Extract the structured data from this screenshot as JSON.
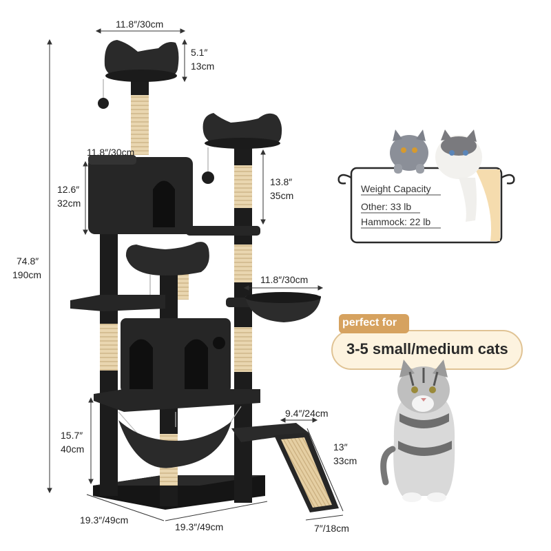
{
  "dimensions": {
    "top_width": "11.8″/30cm",
    "top_height_in": "5.1″",
    "top_height_cm": "13cm",
    "condo_width": "11.8″/30cm",
    "condo_height_in": "12.6″",
    "condo_height_cm": "32cm",
    "post_height_in": "13.8″",
    "post_height_cm": "35cm",
    "total_height_in": "74.8″",
    "total_height_cm": "190cm",
    "basket_width": "11.8″/30cm",
    "hammock_height_in": "15.7″",
    "hammock_height_cm": "40cm",
    "ramp_width": "9.4″/24cm",
    "ramp_length_in": "13″",
    "ramp_length_cm": "33cm",
    "base_depth": "19.3″/49cm",
    "base_width": "19.3″/49cm",
    "ramp_base": "7″/18cm"
  },
  "capacity": {
    "title": "Weight Capacity",
    "other": "Other: 33 lb",
    "hammock": "Hammock: 22 lb"
  },
  "badge": {
    "tag": "perfect for",
    "text": "3-5 small/medium cats"
  },
  "colors": {
    "tree": "#1e1e1e",
    "plush": "#2b2b2b",
    "sisal": "#e7d4ae",
    "tag_bg": "#d6a25f",
    "badge_bg": "#fdf3df",
    "badge_border": "#e0c394",
    "card_frame": "#2a2a2a",
    "card_accent": "#f5dcae"
  }
}
